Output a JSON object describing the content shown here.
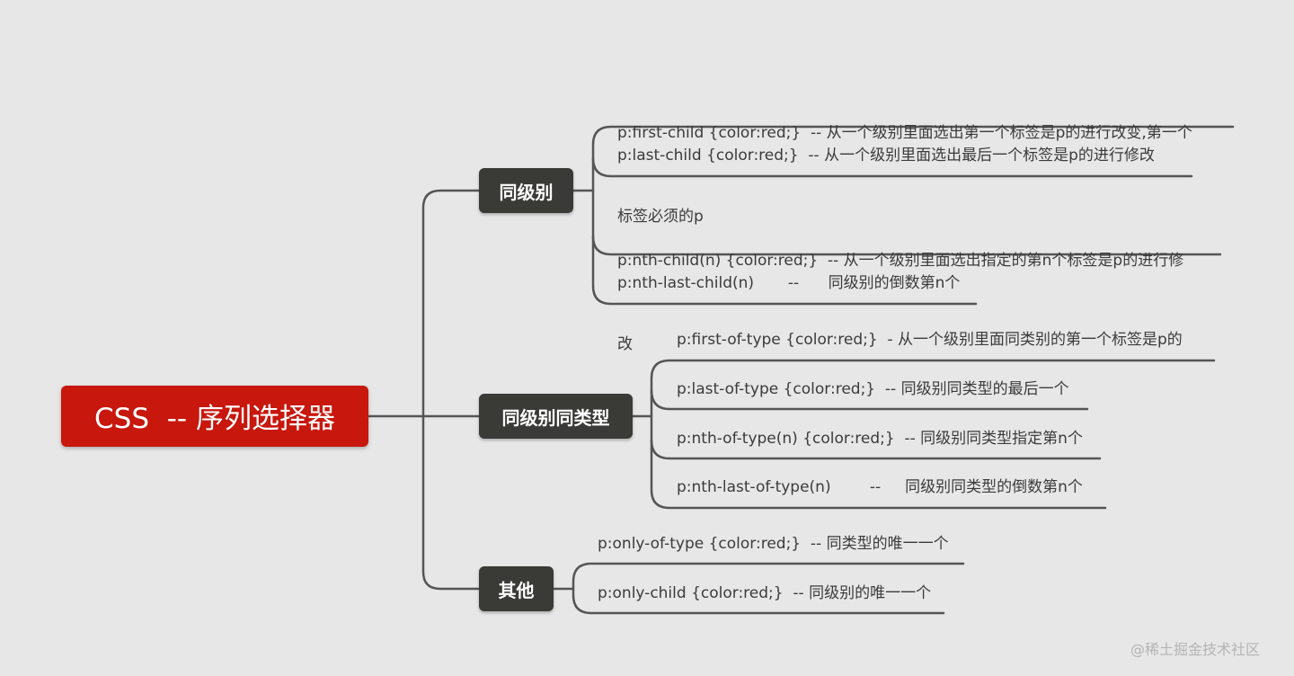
{
  "root": {
    "title": "CSS  -- 序列选择器"
  },
  "categories": [
    {
      "label": "同级别",
      "items": [
        {
          "line1": "p:first-child {color:red;}  -- 从一个级别里面选出第一个标签是p的进行改变,第一个",
          "line2": "标签必须的p"
        },
        {
          "line1": "p:last-child {color:red;}  -- 从一个级别里面选出最后一个标签是p的进行修改"
        },
        {
          "line1": "p:nth-child(n) {color:red;}  -- 从一个级别里面选出指定的第n个标签是p的进行修",
          "line2": "改"
        },
        {
          "line1": "p:nth-last-child(n)       --      同级别的倒数第n个"
        }
      ]
    },
    {
      "label": "同级别同类型",
      "items": [
        {
          "line1": "p:first-of-type {color:red;}  - 从一个级别里面同类别的第一个标签是p的"
        },
        {
          "line1": "p:last-of-type {color:red;}  -- 同级别同类型的最后一个"
        },
        {
          "line1": "p:nth-of-type(n) {color:red;}  -- 同级别同类型指定第n个"
        },
        {
          "line1": "p:nth-last-of-type(n)        --     同级别同类型的倒数第n个"
        }
      ]
    },
    {
      "label": "其他",
      "items": [
        {
          "line1": "p:only-of-type {color:red;}  -- 同类型的唯一一个"
        },
        {
          "line1": "p:only-child {color:red;}  -- 同级别的唯一一个"
        }
      ]
    }
  ],
  "watermark": "@稀土掘金技术社区",
  "colors": {
    "root": "#c8170d",
    "category": "#3a3a36",
    "connector": "#555555",
    "background": "#e7e7e7"
  }
}
